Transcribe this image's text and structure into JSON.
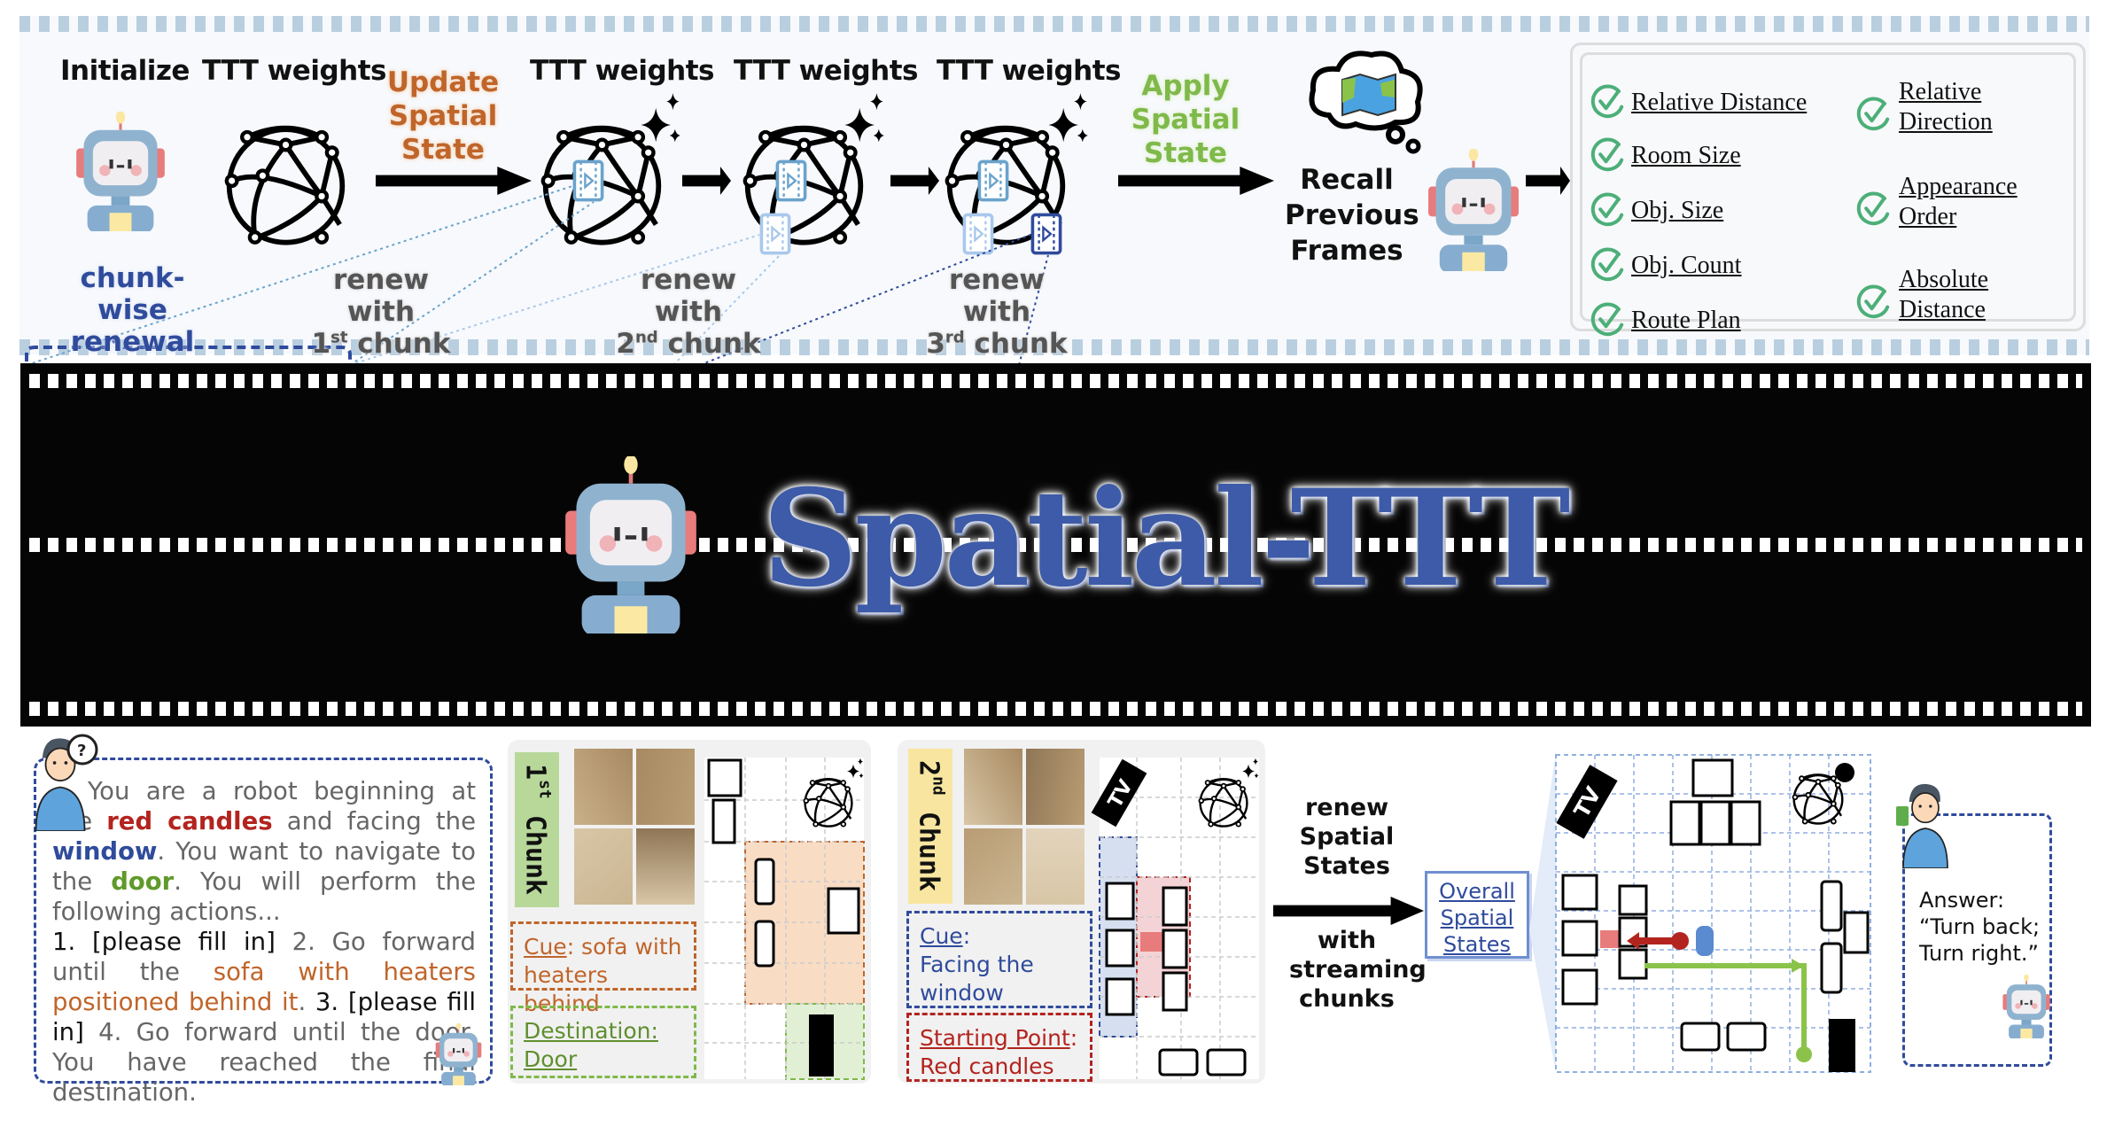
{
  "header": {
    "initialize_label": "Initialize",
    "ttt_weights_label": "TTT weights",
    "update_state": [
      "Update",
      "Spatial",
      "State"
    ],
    "apply_state": [
      "Apply",
      "Spatial",
      "State"
    ],
    "recall": [
      "Recall",
      "Previous",
      "Frames"
    ],
    "chunk_wise": [
      "chunk-wise",
      "renewal"
    ],
    "renew_steps": [
      {
        "line1": "renew with",
        "num": "1",
        "sup": "st",
        "word": "chunk"
      },
      {
        "line1": "renew with",
        "num": "2",
        "sup": "nd",
        "word": "chunk"
      },
      {
        "line1": "renew with",
        "num": "3",
        "sup": "rd",
        "word": "chunk"
      }
    ]
  },
  "capabilities": {
    "left": [
      "Relative Distance",
      "Room Size",
      "Obj. Size",
      "Obj. Count",
      "Route Plan"
    ],
    "right": [
      [
        "Relative",
        "Direction"
      ],
      [
        "Appearance",
        "Order"
      ],
      [
        "Absolute",
        "Distance"
      ]
    ],
    "check_color": "#4caf78"
  },
  "title": "Spatial-TTT",
  "task": {
    "p1": "You are a robot beginning at the ",
    "start": "red candles",
    "p2": " and facing the ",
    "facing": "window",
    "p3": ". You want to navigate to the ",
    "goal": "door",
    "p4": ". You will perform the following actions...",
    "s1": "1. [please fill in]",
    "s2a": " 2. Go forward until the ",
    "s2b": "sofa with heaters positioned behind it",
    "s2c": ". ",
    "s3": "3. [please fill in]",
    "s4": " 4. Go forward until the door. You have reached the final destination."
  },
  "chunk1": {
    "tag_num": "1",
    "tag_sup": "st",
    "tag_word": "Chunk",
    "cue_label": "Cue",
    "cue_text": ": sofa with heaters behind",
    "dest_label": "Destination:",
    "dest_text": "Door"
  },
  "chunk2": {
    "tag_num": "2",
    "tag_sup": "nd",
    "tag_word": "Chunk",
    "tv_label": "TV",
    "cue_label": "Cue",
    "cue_text": ":",
    "cue_text2": "Facing the window",
    "start_label": "Starting Point",
    "start_colon": ":",
    "start_text": "Red candles"
  },
  "middle": {
    "renew": [
      "renew",
      "Spatial",
      "States"
    ],
    "with": [
      "with",
      "streaming",
      "chunks"
    ],
    "overall": [
      "Overall",
      "Spatial",
      "States"
    ]
  },
  "final_map": {
    "tv_label": "TV"
  },
  "answer": {
    "label": "Answer:",
    "line1": "“Turn back;",
    "line2": "Turn right.”"
  },
  "colors": {
    "accent_blue": "#2f4b9c",
    "update_orange": "#c0652a",
    "apply_green": "#7fb94a",
    "path_green": "#8bc34a",
    "start_red": "#b3241f"
  }
}
